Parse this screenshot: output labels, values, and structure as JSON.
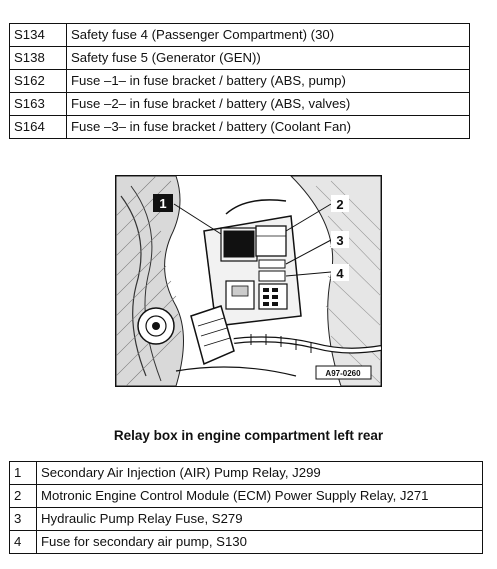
{
  "fuse_table": {
    "rows": [
      {
        "code": "S134",
        "desc": "Safety fuse 4 (Passenger Compartment) (30)"
      },
      {
        "code": "S138",
        "desc": "Safety fuse 5 (Generator (GEN))"
      },
      {
        "code": "S162",
        "desc": "Fuse –1– in fuse bracket / battery (ABS, pump)"
      },
      {
        "code": "S163",
        "desc": "Fuse –2– in fuse bracket / battery (ABS, valves)"
      },
      {
        "code": "S164",
        "desc": "Fuse –3– in fuse bracket / battery (Coolant Fan)"
      }
    ]
  },
  "illustration": {
    "callouts": [
      "1",
      "2",
      "3",
      "4"
    ],
    "ref_code": "A97-0260"
  },
  "caption": "Relay box in engine compartment left rear",
  "relay_table": {
    "rows": [
      {
        "code": "1",
        "desc": "Secondary Air Injection (AIR) Pump Relay, J299"
      },
      {
        "code": "2",
        "desc": "Motronic Engine Control Module (ECM) Power Supply Relay, J271"
      },
      {
        "code": "3",
        "desc": "Hydraulic Pump Relay Fuse, S279"
      },
      {
        "code": "4",
        "desc": "Fuse for secondary air pump, S130"
      }
    ]
  }
}
